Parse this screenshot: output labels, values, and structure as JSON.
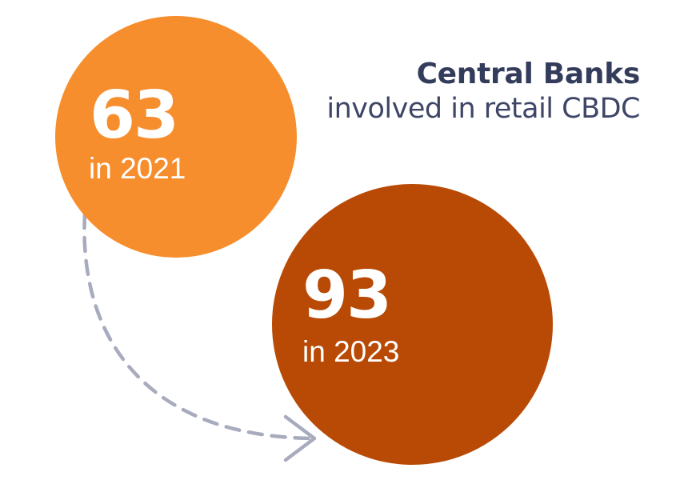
{
  "heading": {
    "title": "Central Banks",
    "subtitle": "involved in retail CBDC"
  },
  "bubbles": [
    {
      "value": "63",
      "label": "in 2021",
      "color": "#f68e2d"
    },
    {
      "value": "93",
      "label": "in 2023",
      "color": "#b94a05"
    }
  ],
  "colors": {
    "text_dark": "#343c5c",
    "arrow": "#a7abbd",
    "bubble_text": "#ffffff"
  },
  "icons": {
    "arrow": "dashed-curved-arrow-icon"
  }
}
